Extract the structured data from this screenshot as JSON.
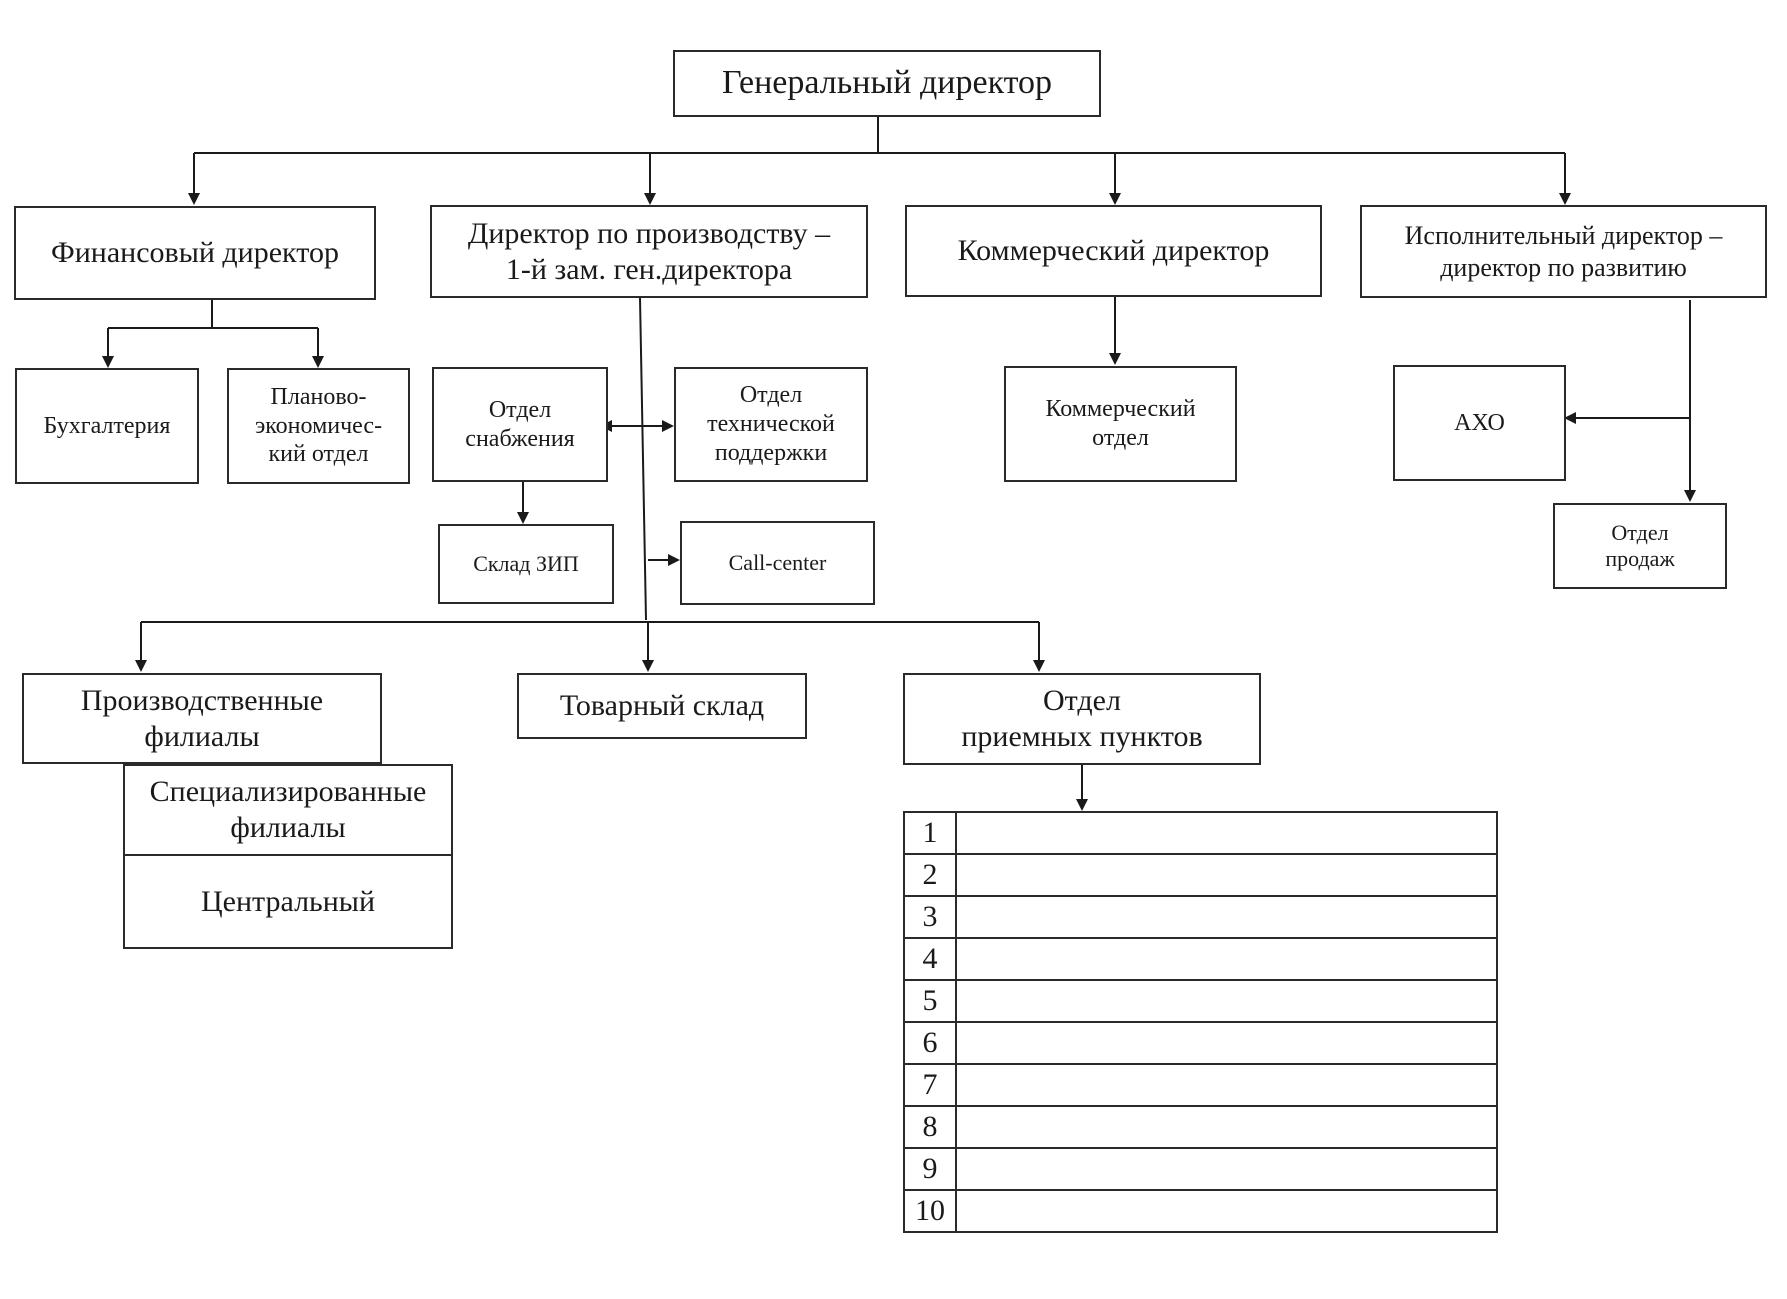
{
  "boxes": {
    "general_director": "Генеральный директор",
    "finance_director": "Финансовый директор",
    "production_director": "Директор по производству –\n1-й зам. ген.директора",
    "commercial_director": "Коммерческий директор",
    "executive_director": "Исполнительный директор –\nдиректор по развитию",
    "accounting": "Бухгалтерия",
    "planning_dept": "Планово-\nэкономичес-\nкий отдел",
    "supply_dept": "Отдел\nснабжения",
    "tech_support_dept": "Отдел\nтехнической\nподдержки",
    "commercial_dept": "Коммерческий\nотдел",
    "aho": "АХО",
    "sales_dept": "Отдел\nпродаж",
    "spare_parts_warehouse": "Склад ЗИП",
    "call_center": "Call-center",
    "production_branches": "Производственные\nфилиалы",
    "goods_warehouse": "Товарный склад",
    "reception_points_dept": "Отдел\nприемных пунктов",
    "specialized_branches": "Специализированные\nфилиалы",
    "central": "Центральный"
  },
  "reception_points": [
    "1",
    "2",
    "3",
    "4",
    "5",
    "6",
    "7",
    "8",
    "9",
    "10"
  ]
}
